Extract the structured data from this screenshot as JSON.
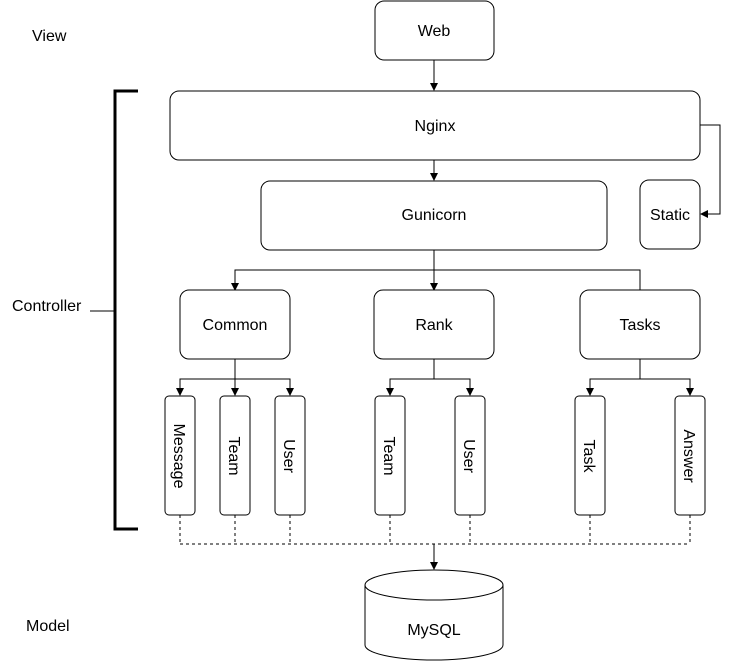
{
  "layers": {
    "view": "View",
    "controller": "Controller",
    "model": "Model"
  },
  "nodes": {
    "web": "Web",
    "nginx": "Nginx",
    "gunicorn": "Gunicorn",
    "static": "Static",
    "common": "Common",
    "rank": "Rank",
    "tasks": "Tasks",
    "mysql": "MySQL"
  },
  "modules": {
    "common": [
      "Message",
      "Team",
      "User"
    ],
    "rank": [
      "Team",
      "User"
    ],
    "tasks": [
      "Task",
      "Answer"
    ]
  }
}
